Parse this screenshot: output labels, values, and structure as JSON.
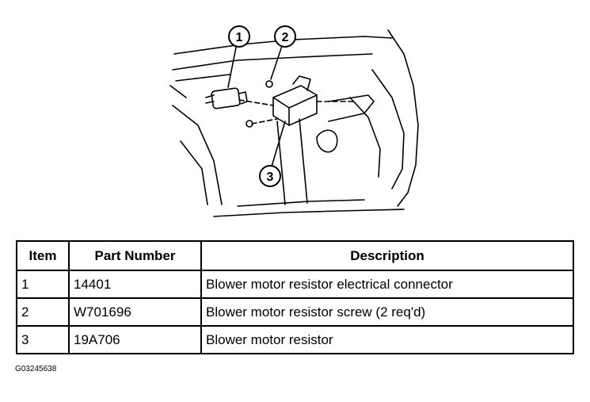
{
  "callouts": [
    "1",
    "2",
    "3"
  ],
  "table": {
    "headers": [
      "Item",
      "Part Number",
      "Description"
    ],
    "rows": [
      [
        "1",
        "14401",
        "Blower motor resistor electrical connector"
      ],
      [
        "2",
        "W701696",
        "Blower motor resistor screw (2 req'd)"
      ],
      [
        "3",
        "19A706",
        "Blower motor resistor"
      ]
    ]
  },
  "figure_id": "G03245638"
}
